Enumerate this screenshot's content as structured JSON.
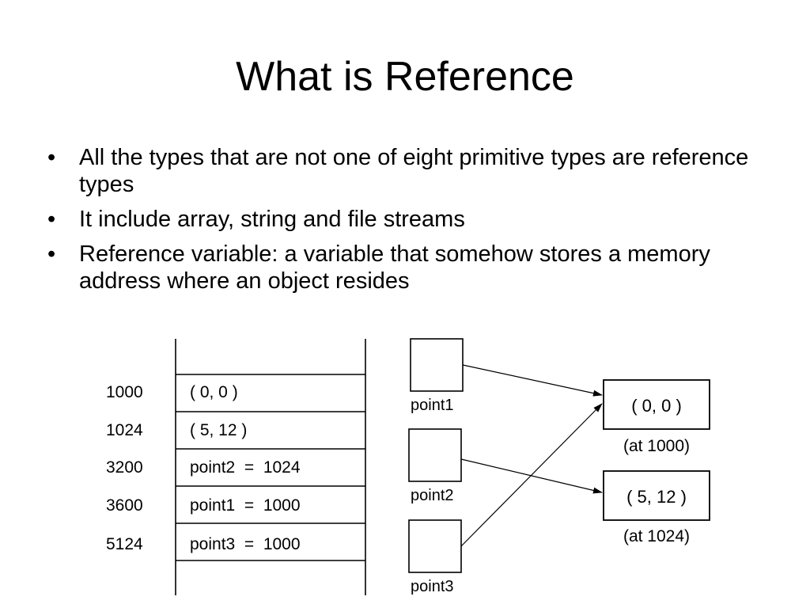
{
  "slide": {
    "title": "What is Reference",
    "bullets": [
      "All the types that are not one of eight primitive types are reference types",
      "It include array, string and file streams",
      "Reference variable: a variable that somehow stores a memory address where an object resides"
    ],
    "bullet_glyph": "•"
  },
  "memory_table": {
    "rows": [
      {
        "address": "1000",
        "content": "( 0, 0 )"
      },
      {
        "address": "1024",
        "content": "( 5, 12 )"
      },
      {
        "address": "3200",
        "content": "point2  =  1024"
      },
      {
        "address": "3600",
        "content": "point1  =  1000"
      },
      {
        "address": "5124",
        "content": "point3  =  1000"
      }
    ]
  },
  "references": {
    "variables": [
      "point1",
      "point2",
      "point3"
    ],
    "objects": [
      {
        "value": "( 0, 0 )",
        "location": "(at 1000)"
      },
      {
        "value": "( 5, 12 )",
        "location": "(at 1024)"
      }
    ]
  }
}
